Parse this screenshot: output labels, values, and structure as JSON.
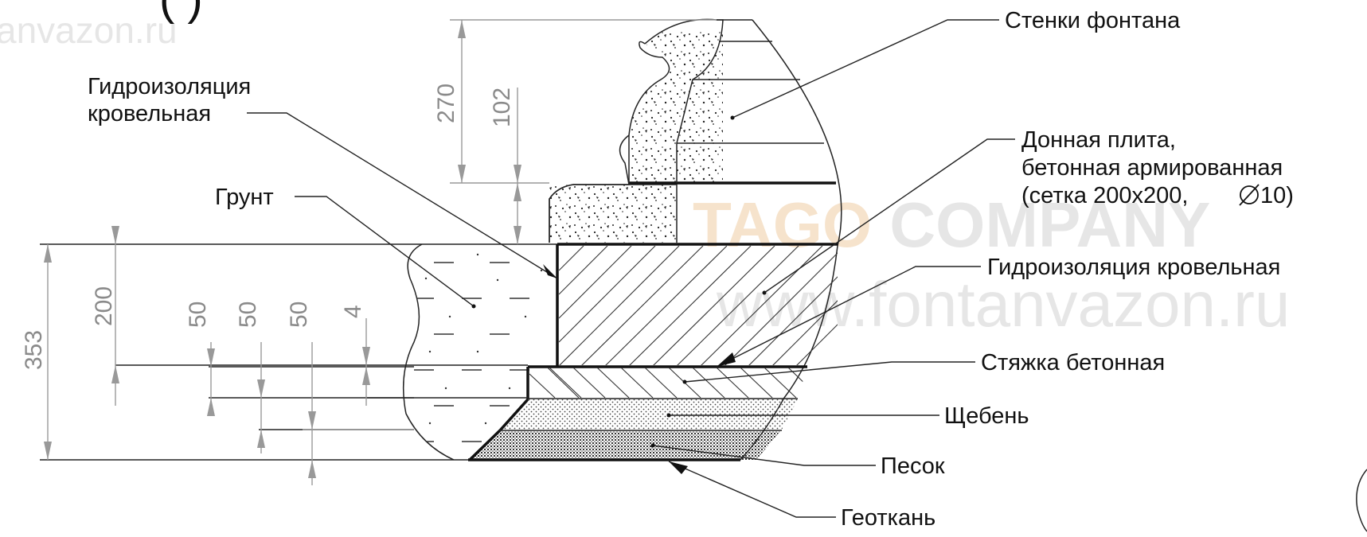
{
  "diagram": {
    "labels": {
      "walls": "Стенки фонтана",
      "waterproofing_top": "Гидроизоляция",
      "waterproofing_top_2": "кровельная",
      "bottom_slab_1": "Донная плита,",
      "bottom_slab_2": "бетонная армированная",
      "bottom_slab_3": "(сетка 200х200,",
      "bottom_slab_diam": "10)",
      "soil": "Грунт",
      "waterproofing_right": "Гидроизоляция кровельная",
      "screed": "Стяжка бетонная",
      "gravel": "Щебень",
      "sand": "Песок",
      "geotextile": "Геоткань"
    },
    "dimensions": {
      "d270": "270",
      "d102": "102",
      "d200": "200",
      "d353": "353",
      "d50a": "50",
      "d50b": "50",
      "d50c": "50",
      "d4": "4"
    },
    "watermarks": {
      "brand": "TAGO COMPANY",
      "url": "www.fontanvazon.ru",
      "corner_url": "anvazon.ru",
      "title_fragment": "(   )"
    },
    "colors": {
      "line": "#111111",
      "dimension": "#8a8a8a",
      "watermark_orange": "#f6e3cc",
      "watermark_gray": "#e6e6e6"
    }
  }
}
